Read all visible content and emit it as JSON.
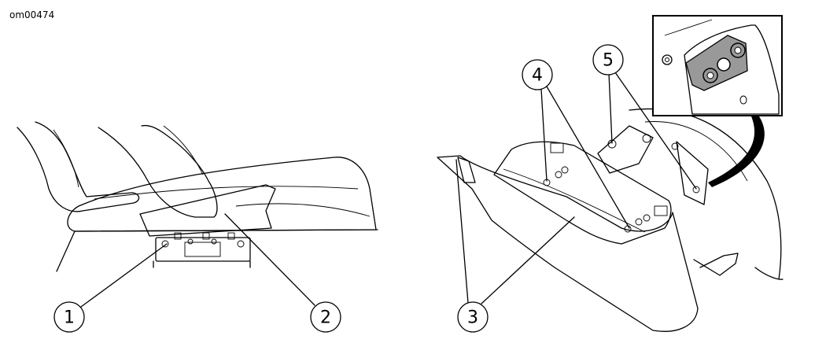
{
  "figure_ref": "om00474",
  "callouts": [
    {
      "id": "1",
      "label": "1"
    },
    {
      "id": "2",
      "label": "2"
    },
    {
      "id": "3",
      "label": "3"
    },
    {
      "id": "4",
      "label": "4"
    },
    {
      "id": "5",
      "label": "5"
    }
  ],
  "icons": {
    "left_panel": "hands-seat-latch-illustration",
    "right_panel": "saddlebag-mounting-illustration",
    "inset": "mounting-bracket-detail-inset"
  },
  "colors": {
    "line": "#000000",
    "background": "#ffffff",
    "inset_fill": "#999999"
  }
}
